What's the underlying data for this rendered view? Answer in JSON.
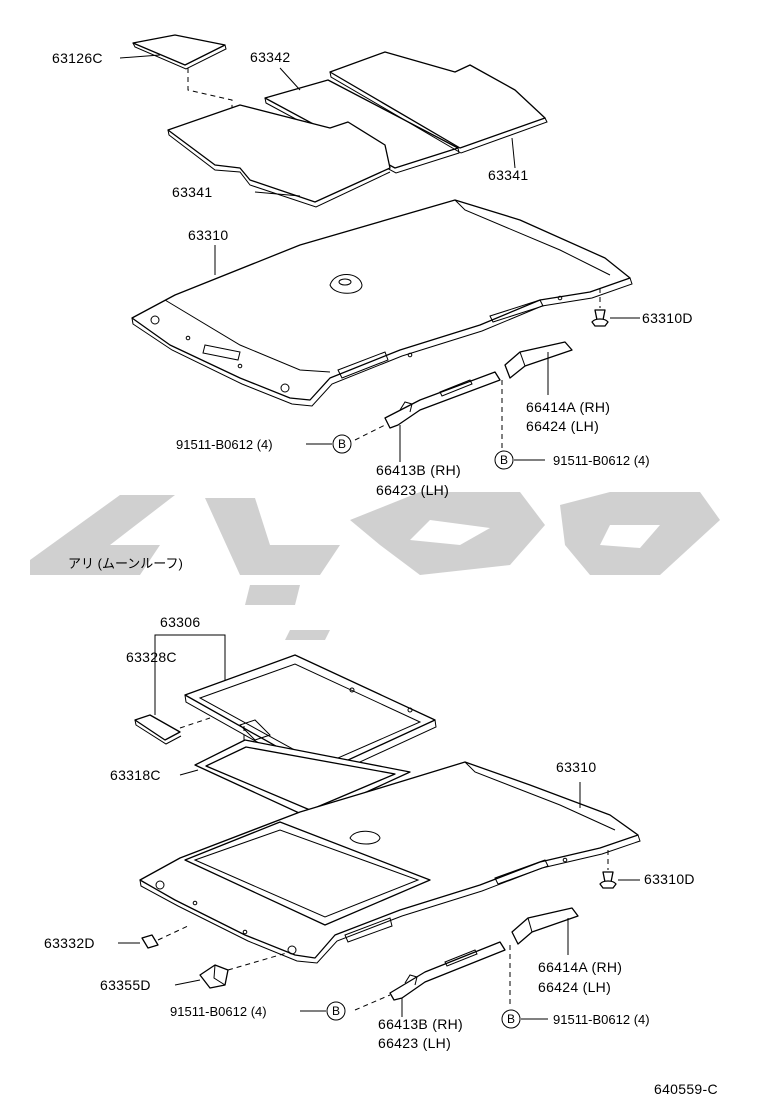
{
  "parts": {
    "p63126C": "63126C",
    "p63342": "63342",
    "p63341_left": "63341",
    "p63341_right": "63341",
    "p63310_top": "63310",
    "p63310D_top": "63310D",
    "p66414A_top": "66414A (RH)",
    "p66424_top": "66424  (LH)",
    "p91511_top_left": "91511-B0612 (4)",
    "p91511_top_right": "91511-B0612 (4)",
    "p66413B_top": "66413B (RH)",
    "p66423_top": "66423  (LH)",
    "section_note": "アリ (ムーンルーフ)",
    "p63306": "63306",
    "p63328C": "63328C",
    "p63318C": "63318C",
    "p63310_bottom": "63310",
    "p63310D_bottom": "63310D",
    "p63332D": "63332D",
    "p63355D": "63355D",
    "p66414A_bottom": "66414A (RH)",
    "p66424_bottom": "66424  (LH)",
    "p91511_bottom_left": "91511-B0612 (4)",
    "p91511_bottom_right": "91511-B0612 (4)",
    "p66413B_bottom": "66413B (RH)",
    "p66423_bottom": "66423  (LH)"
  },
  "callout_letter": "B",
  "figure_code": "640559-C",
  "colors": {
    "line": "#000000",
    "watermark": "#c8c8c8",
    "background": "#ffffff"
  }
}
